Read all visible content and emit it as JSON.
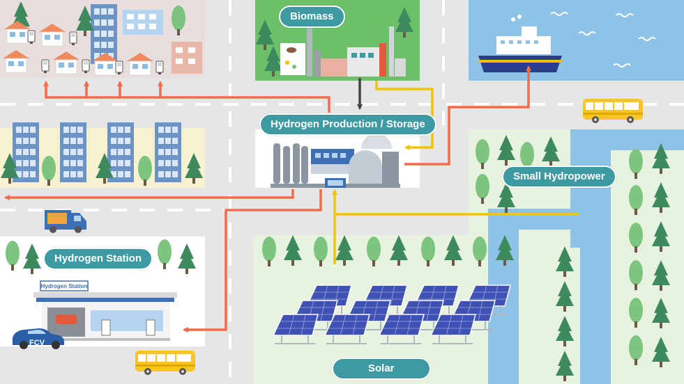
{
  "labels": {
    "biomass": "Biomass",
    "production": "Hydrogen Production / Storage",
    "hydropower": "Small Hydropower",
    "station": "Hydrogen Station",
    "solar": "Solar"
  },
  "signage": {
    "station_sign": "Hydrogen Station",
    "car_label": "FCV"
  },
  "colors": {
    "label_fill": "#3d9aa3",
    "hydrogen_flow": "#f26b4a",
    "power_flow": "#f2c400",
    "biomass_flow": "#444444",
    "road": "#e6e6e6",
    "water": "#8ec2e6",
    "grass": "#e8f3df",
    "biomass_bg": "#6cc06a"
  }
}
